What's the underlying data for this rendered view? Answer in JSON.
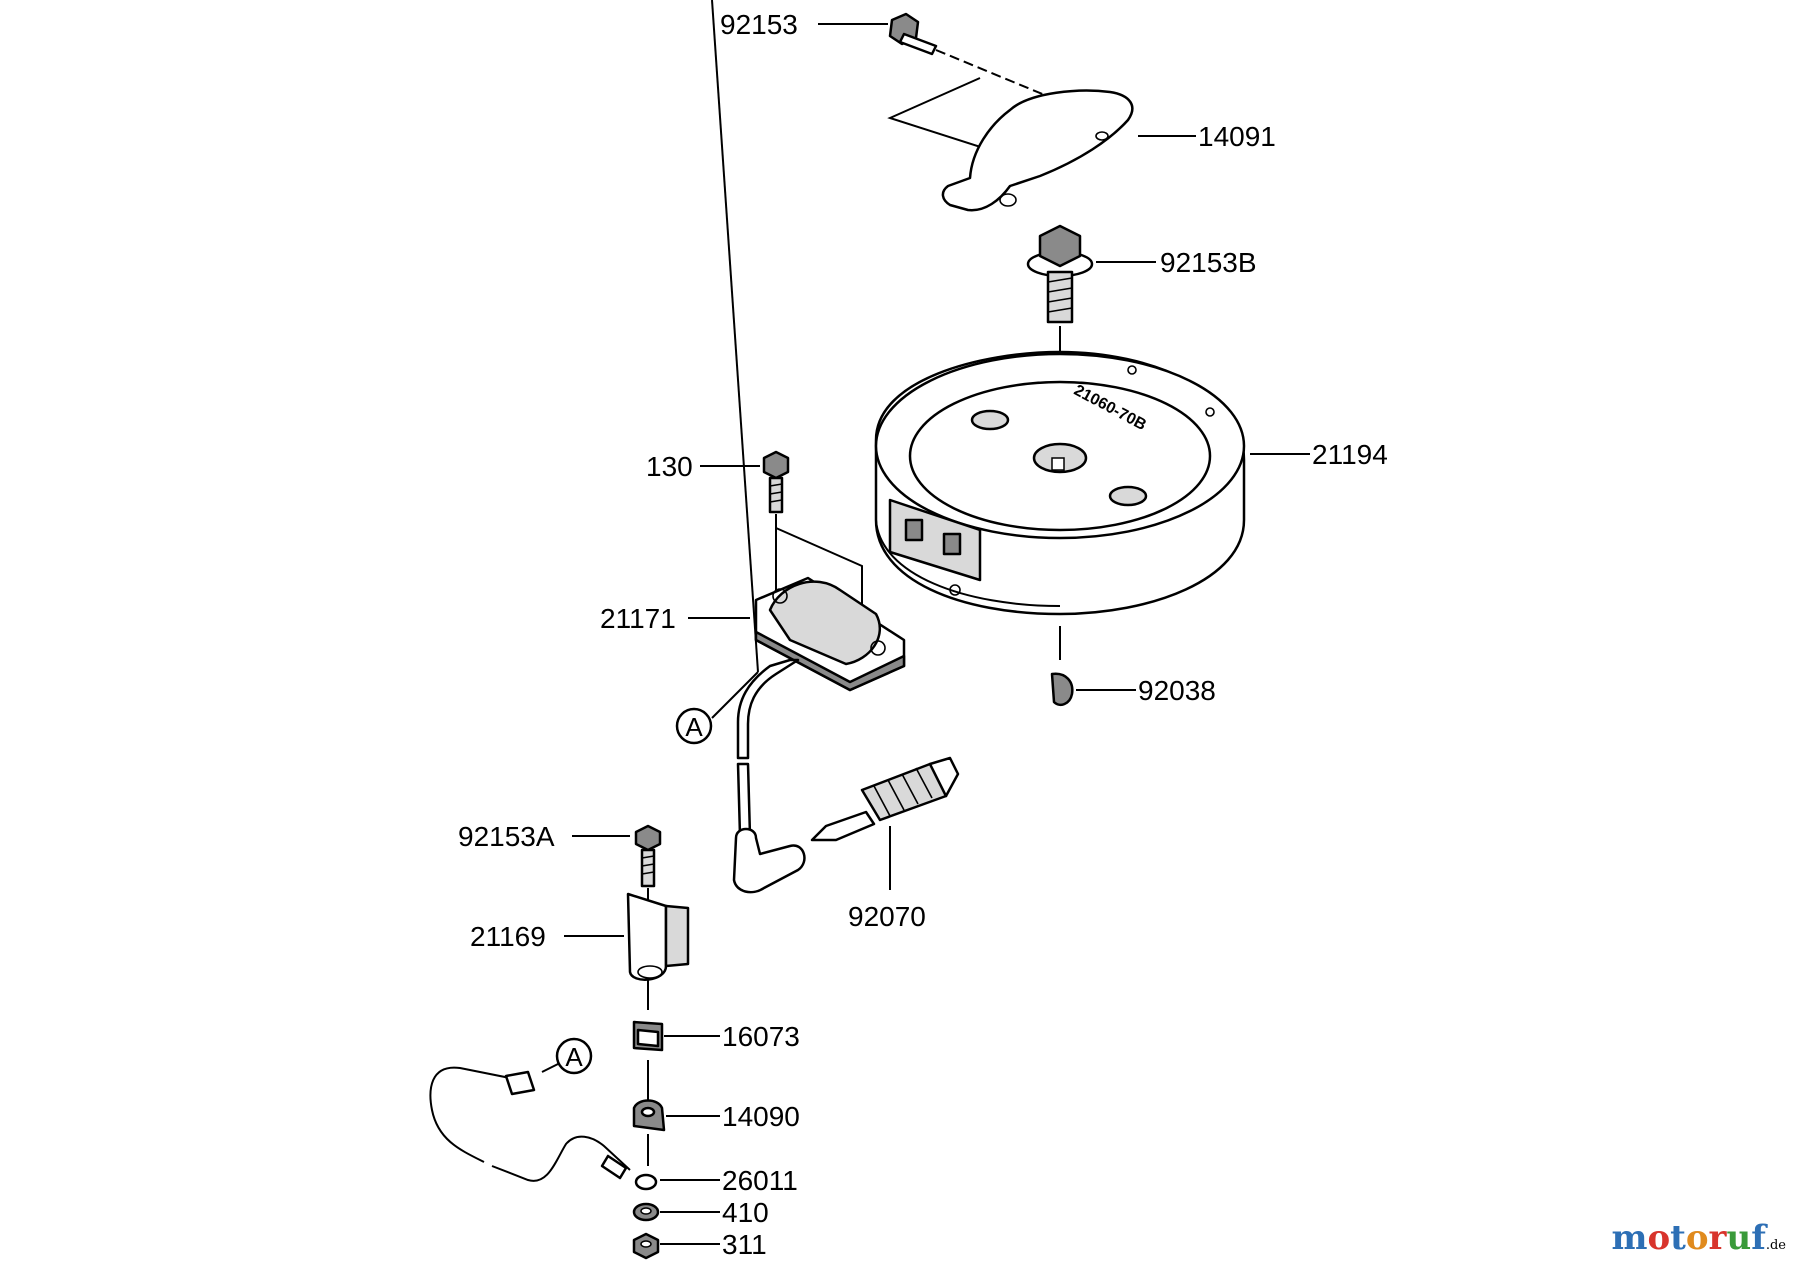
{
  "callouts": {
    "p92153": "92153",
    "p14091": "14091",
    "p92153B": "92153B",
    "p21194": "21194",
    "p130": "130",
    "p21171": "21171",
    "p92038": "92038",
    "p92153A": "92153A",
    "p92070": "92070",
    "p21169": "21169",
    "p16073": "16073",
    "p14090": "14090",
    "p26011": "26011",
    "p410": "410",
    "p311": "311"
  },
  "reference_marks": {
    "a1": "A",
    "a2": "A"
  },
  "flywheel_marking": "21060-70B",
  "watermark": {
    "text": "motoruf",
    "suffix": ".de"
  },
  "colors": {
    "ink": "#000000",
    "background": "#ffffff",
    "watermark_blue": "#2d6fb5",
    "watermark_red": "#d8342c",
    "watermark_green": "#3a9a3a",
    "watermark_orange": "#e08a1e"
  }
}
